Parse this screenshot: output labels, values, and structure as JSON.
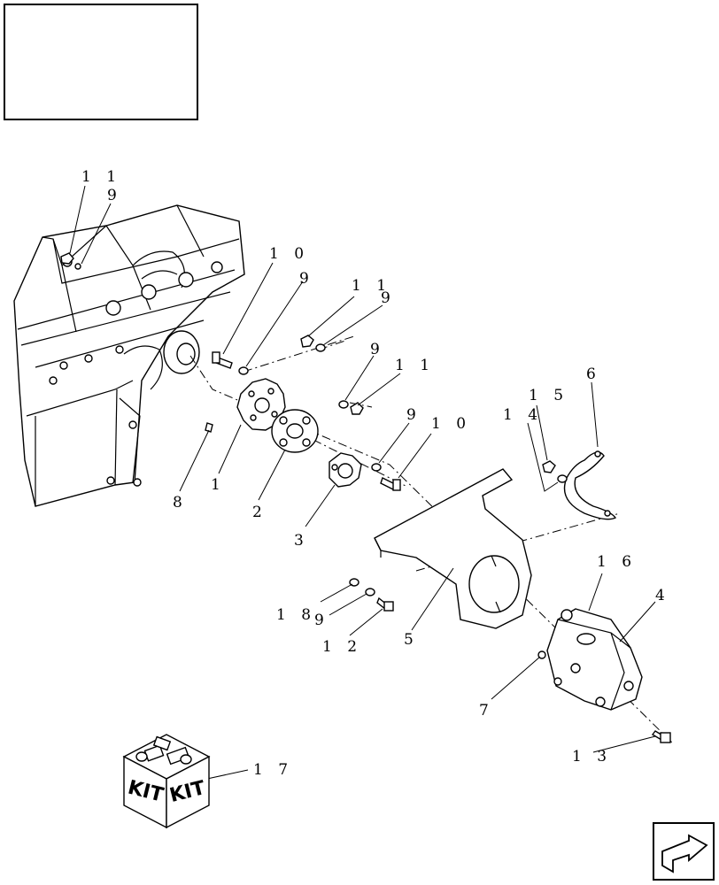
{
  "title_block": {
    "text": ""
  },
  "callouts": [
    {
      "id": "c11a",
      "label": "1 1"
    },
    {
      "id": "c9a",
      "label": "9"
    },
    {
      "id": "c10a",
      "label": "1 0"
    },
    {
      "id": "c9b",
      "label": "9"
    },
    {
      "id": "c11b",
      "label": "1 1"
    },
    {
      "id": "c9c",
      "label": "9"
    },
    {
      "id": "c9d",
      "label": "9"
    },
    {
      "id": "c11c",
      "label": "1 1"
    },
    {
      "id": "c9e",
      "label": "9"
    },
    {
      "id": "c10b",
      "label": "1 0"
    },
    {
      "id": "c6",
      "label": "6"
    },
    {
      "id": "c15",
      "label": "1 5"
    },
    {
      "id": "c14",
      "label": "1 4"
    },
    {
      "id": "c8",
      "label": "8"
    },
    {
      "id": "c1",
      "label": "1"
    },
    {
      "id": "c2",
      "label": "2"
    },
    {
      "id": "c3",
      "label": "3"
    },
    {
      "id": "c16",
      "label": "1 6"
    },
    {
      "id": "c4",
      "label": "4"
    },
    {
      "id": "c18",
      "label": "1 8"
    },
    {
      "id": "c9f",
      "label": "9"
    },
    {
      "id": "c12",
      "label": "1 2"
    },
    {
      "id": "c5",
      "label": "5"
    },
    {
      "id": "c7",
      "label": "7"
    },
    {
      "id": "c13",
      "label": "1 3"
    },
    {
      "id": "c17",
      "label": "1 7"
    }
  ],
  "kit": {
    "left_text": "KIT",
    "right_text": "KIT"
  },
  "nav_icon": "next-page-arrow-icon"
}
